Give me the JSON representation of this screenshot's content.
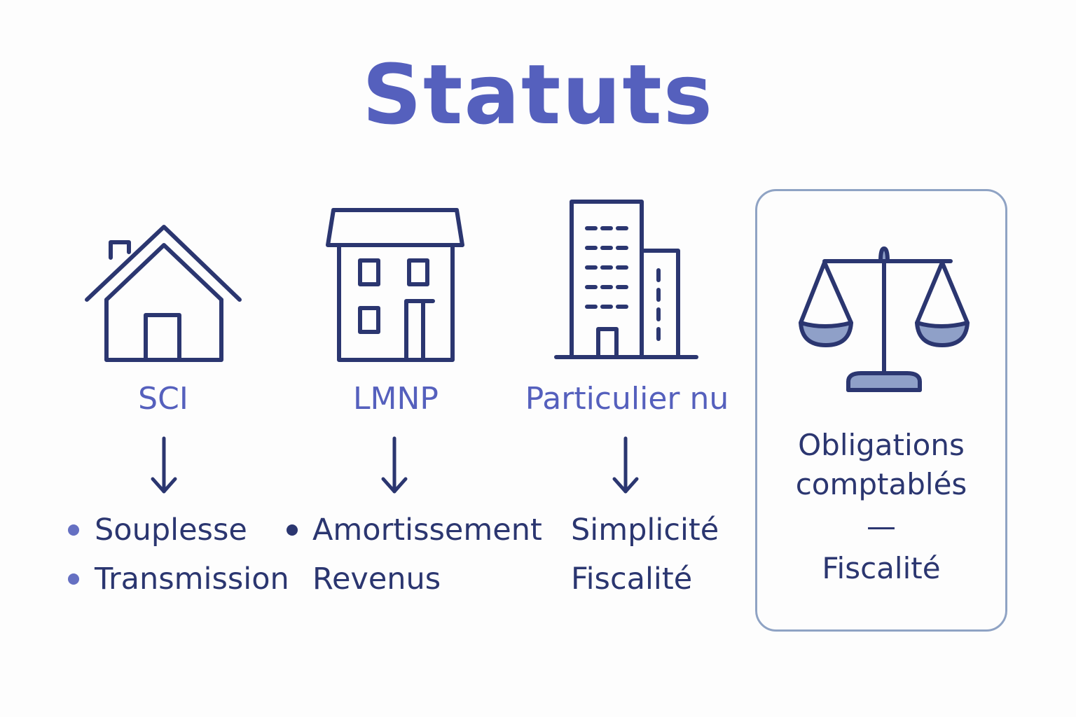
{
  "title": "Statuts",
  "colors": {
    "title": "#5560bd",
    "label": "#5560bd",
    "dark": "#2b3670",
    "bullet": "#6570c2",
    "card_border": "#8fa3c4",
    "fill": "#8fa0c8"
  },
  "columns": [
    {
      "icon": "house-icon",
      "label": "SCI",
      "items": [
        "Souplesse",
        "Transmission"
      ]
    },
    {
      "icon": "townhouse-icon",
      "label": "LMNP",
      "items": [
        "Amortissement",
        "Revenus"
      ]
    },
    {
      "icon": "apartment-building-icon",
      "label": "Particulier nu",
      "items": [
        "Simplicité",
        "Fiscalité"
      ]
    }
  ],
  "card": {
    "icon": "scales-icon",
    "line1": "Obligations",
    "line2": "comptablés",
    "separator": "—",
    "line3": "Fiscalité"
  }
}
